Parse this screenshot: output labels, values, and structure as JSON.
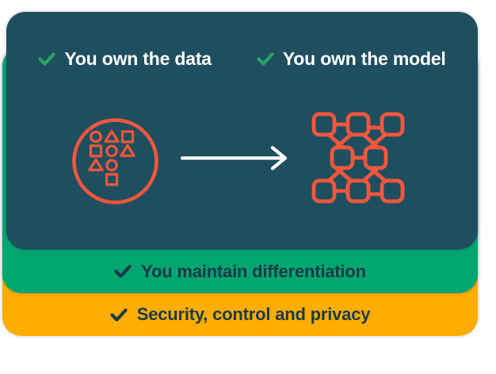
{
  "colors": {
    "card_background": "#1F4E5E",
    "band_green": "#01A56F",
    "band_orange": "#FFAD00",
    "icon_coral": "#F4573D",
    "check_green": "#27A468",
    "dark_text": "#1B3A48",
    "light_text": "#FFFFFF"
  },
  "card": {
    "header_items": [
      {
        "label": "You own the data"
      },
      {
        "label": "You own the model"
      }
    ],
    "icons": [
      {
        "name": "data-shapes-circle-icon",
        "meaning": "raw data (mixed shapes in a circle)"
      },
      {
        "name": "arrow-right-icon",
        "meaning": "transforms into"
      },
      {
        "name": "model-network-icon",
        "meaning": "trained model (connected nodes)"
      }
    ]
  },
  "bands": [
    {
      "label": "You maintain differentiation",
      "color": "#01A56F"
    },
    {
      "label": "Security, control and privacy",
      "color": "#FFAD00"
    }
  ]
}
